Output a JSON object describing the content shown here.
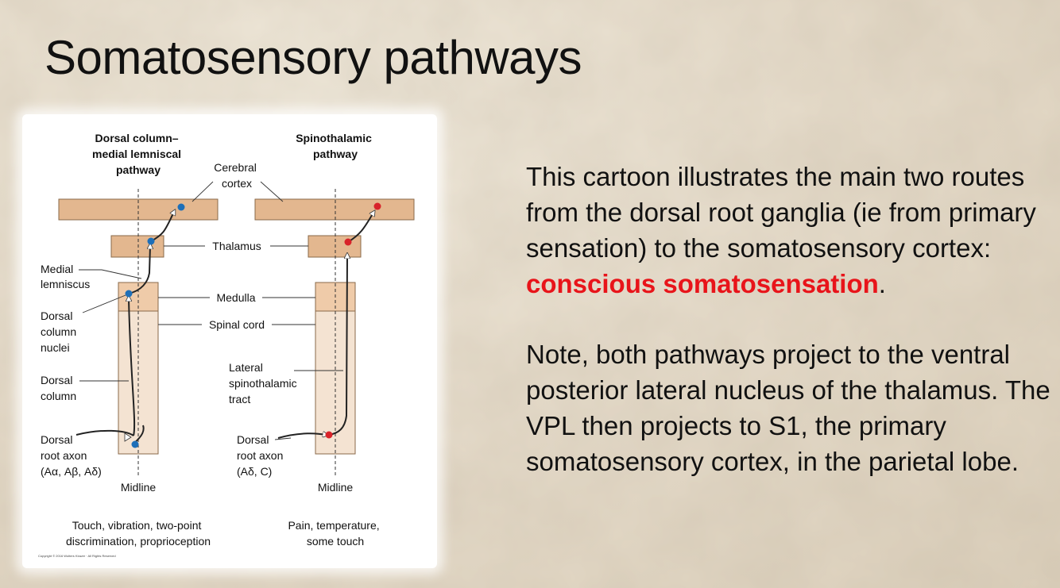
{
  "slide": {
    "title": "Somatosensory pathways",
    "paragraph1": {
      "text": "This cartoon illustrates the main two routes from the dorsal root ganglia (ie from primary sensation) to the somatosensory cortex: ",
      "highlight": "conscious somatosensation",
      "end": "."
    },
    "paragraph2": "Note, both pathways project to the ventral posterior lateral nucleus of the thalamus. The VPL then projects to S1, the primary somatosensory cortex, in the parietal lobe."
  },
  "figure": {
    "left_title": [
      "Dorsal column–",
      "medial lemniscal",
      "pathway"
    ],
    "right_title": [
      "Spinothalamic",
      "pathway"
    ],
    "labels": {
      "cerebral_cortex": [
        "Cerebral",
        "cortex"
      ],
      "thalamus": "Thalamus",
      "medulla": "Medulla",
      "spinal_cord": "Spinal cord",
      "medial_lemniscus": [
        "Medial",
        "lemniscus"
      ],
      "dorsal_column_nuclei": [
        "Dorsal",
        "column",
        "nuclei"
      ],
      "dorsal_column": [
        "Dorsal",
        "column"
      ],
      "lateral_spinothalamic_tract": [
        "Lateral",
        "spinothalamic",
        "tract"
      ],
      "left_root_axon": [
        "Dorsal",
        "root axon",
        "(Aα, Aβ, Aδ)"
      ],
      "right_root_axon": [
        "Dorsal",
        "root axon",
        "(Aδ, C)"
      ],
      "midline": "Midline"
    },
    "left_caption": [
      "Touch, vibration, two-point",
      "discrimination, proprioception"
    ],
    "right_caption": [
      "Pain, temperature,",
      "some touch"
    ],
    "copyright": "Copyright © 2016 Wolters Kluwer · All Rights Reserved",
    "colors": {
      "left_neuron": "#1e6fb8",
      "right_neuron": "#d8232a",
      "structure_fill": "#e3b78f",
      "cord_fill": "#f4e3d2",
      "highlight_text": "#e8141a"
    }
  }
}
